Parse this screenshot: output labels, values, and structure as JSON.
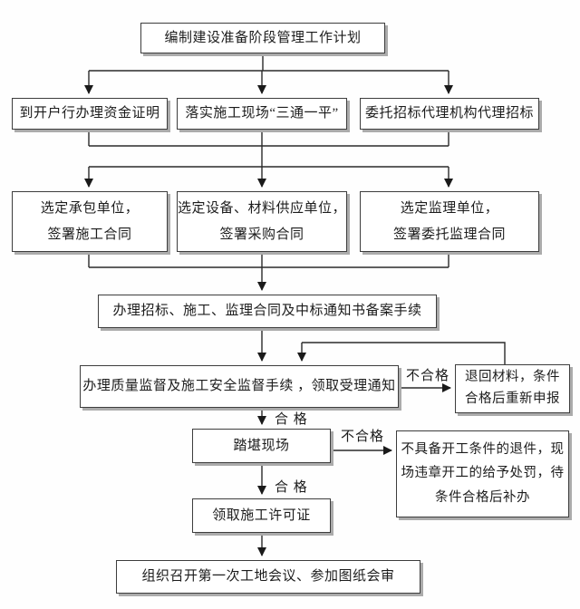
{
  "flowchart": {
    "nodes": {
      "plan": {
        "text": "编制建设准备阶段管理工作计划"
      },
      "fund_proof": {
        "text": "到开户行办理资金证明"
      },
      "site_prep": {
        "text": "落实施工现场“三通一平”"
      },
      "bid_agency": {
        "text": "委托招标代理机构代理招标"
      },
      "contractor": {
        "line1": "选定承包单位，",
        "line2": "签署施工合同"
      },
      "supplier": {
        "line1": "选定设备、材料供应单位，",
        "line2": "签署采购合同"
      },
      "supervision_unit": {
        "line1": "选定监理单位，",
        "line2": "签署委托监理合同"
      },
      "filing": {
        "text": "办理招标、施工、监理合同及中标通知书备案手续"
      },
      "quality_supervision": {
        "text": "办理质量监督及施工安全监督手续 ，领取受理通知"
      },
      "return_materials": {
        "line1": "退回材料，条件",
        "line2": "合格后重新申报"
      },
      "site_visit": {
        "text": "踏堪现场"
      },
      "reject_handling": {
        "line1": "不具备开工条件的退件，现",
        "line2": "场违章开工的给予处罚，待",
        "line3": "条件合格后补办"
      },
      "permit": {
        "text": "领取施工许可证"
      },
      "first_meeting": {
        "text": "组织召开第一次工地会议、参加图纸会审"
      }
    },
    "edge_labels": {
      "unqualified_1": "不合格",
      "qualified_1": "合 格",
      "unqualified_2": "不合格",
      "qualified_2": "合 格"
    }
  }
}
